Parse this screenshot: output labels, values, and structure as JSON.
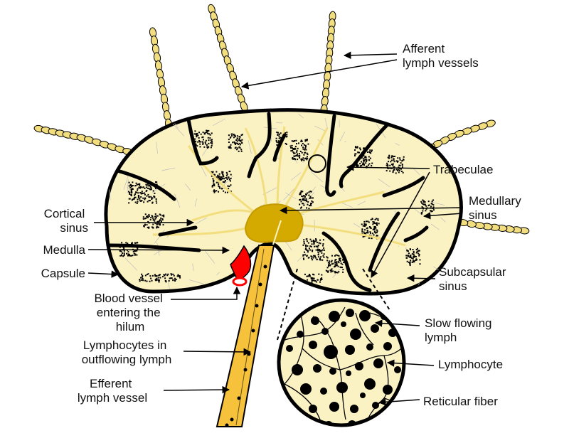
{
  "colors": {
    "lymph_fill": "#fbf2c4",
    "lymph_tissue": "#f2de7e",
    "capsule_stroke": "#000000",
    "hilum_gold": "#d4aa00",
    "blood_vessel": "#ff0000",
    "efferent_fill": "#f6c23c",
    "lymphocyte": "#000000",
    "label_text": "#111111"
  },
  "icons": {
    "arrow": "arrowhead",
    "lymphocyte": "filled-circle"
  },
  "labels": {
    "afferent": [
      "Afferent",
      "lymph vessels"
    ],
    "trabeculae": [
      "Trabeculae"
    ],
    "medullary_sinus": [
      "Medullary",
      "sinus"
    ],
    "cortical_sinus": [
      "Cortical",
      "sinus"
    ],
    "medulla": [
      "Medulla"
    ],
    "capsule": [
      "Capsule"
    ],
    "subcapsular_sinus": [
      "Subcapsular",
      "sinus"
    ],
    "blood_vessel": [
      "Blood vessel",
      "entering the",
      "hilum"
    ],
    "slow_flowing_lymph": [
      "Slow flowing",
      "lymph"
    ],
    "lymphocyte": [
      "Lymphocyte"
    ],
    "lymphocytes_outflowing": [
      "Lymphocytes in",
      "outflowing lymph"
    ],
    "efferent": [
      "Efferent",
      "lymph vessel"
    ],
    "reticular_fiber": [
      "Reticular fiber"
    ]
  }
}
